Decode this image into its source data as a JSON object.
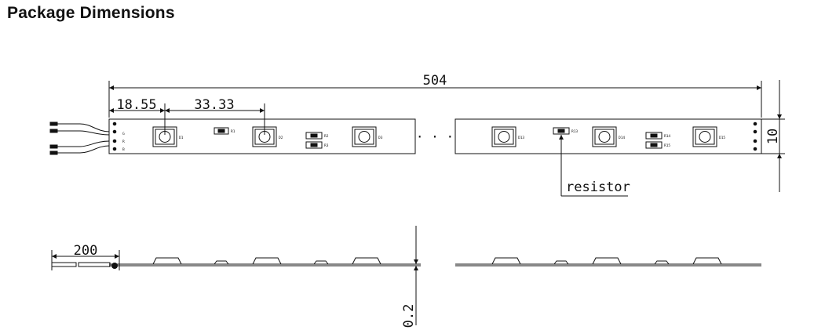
{
  "page": {
    "title": "Package Dimensions"
  },
  "dimensions": {
    "total_length": "504",
    "first_led_offset": "18.55",
    "led_pitch": "33.33",
    "width": "10",
    "lead_length": "200",
    "thickness": "0.2"
  },
  "callouts": {
    "resistor": "resistor"
  },
  "top_view": {
    "wire_labels": [
      "G",
      "R",
      "B"
    ],
    "left_segment": {
      "leds": [
        "D1",
        "D2",
        "D3"
      ],
      "resistors": [
        "R1",
        "R2",
        "R3"
      ]
    },
    "right_segment": {
      "leds": [
        "D13",
        "D14",
        "D15"
      ],
      "resistors": [
        "R13",
        "R14",
        "R15"
      ]
    },
    "continuation": "· · ·"
  }
}
